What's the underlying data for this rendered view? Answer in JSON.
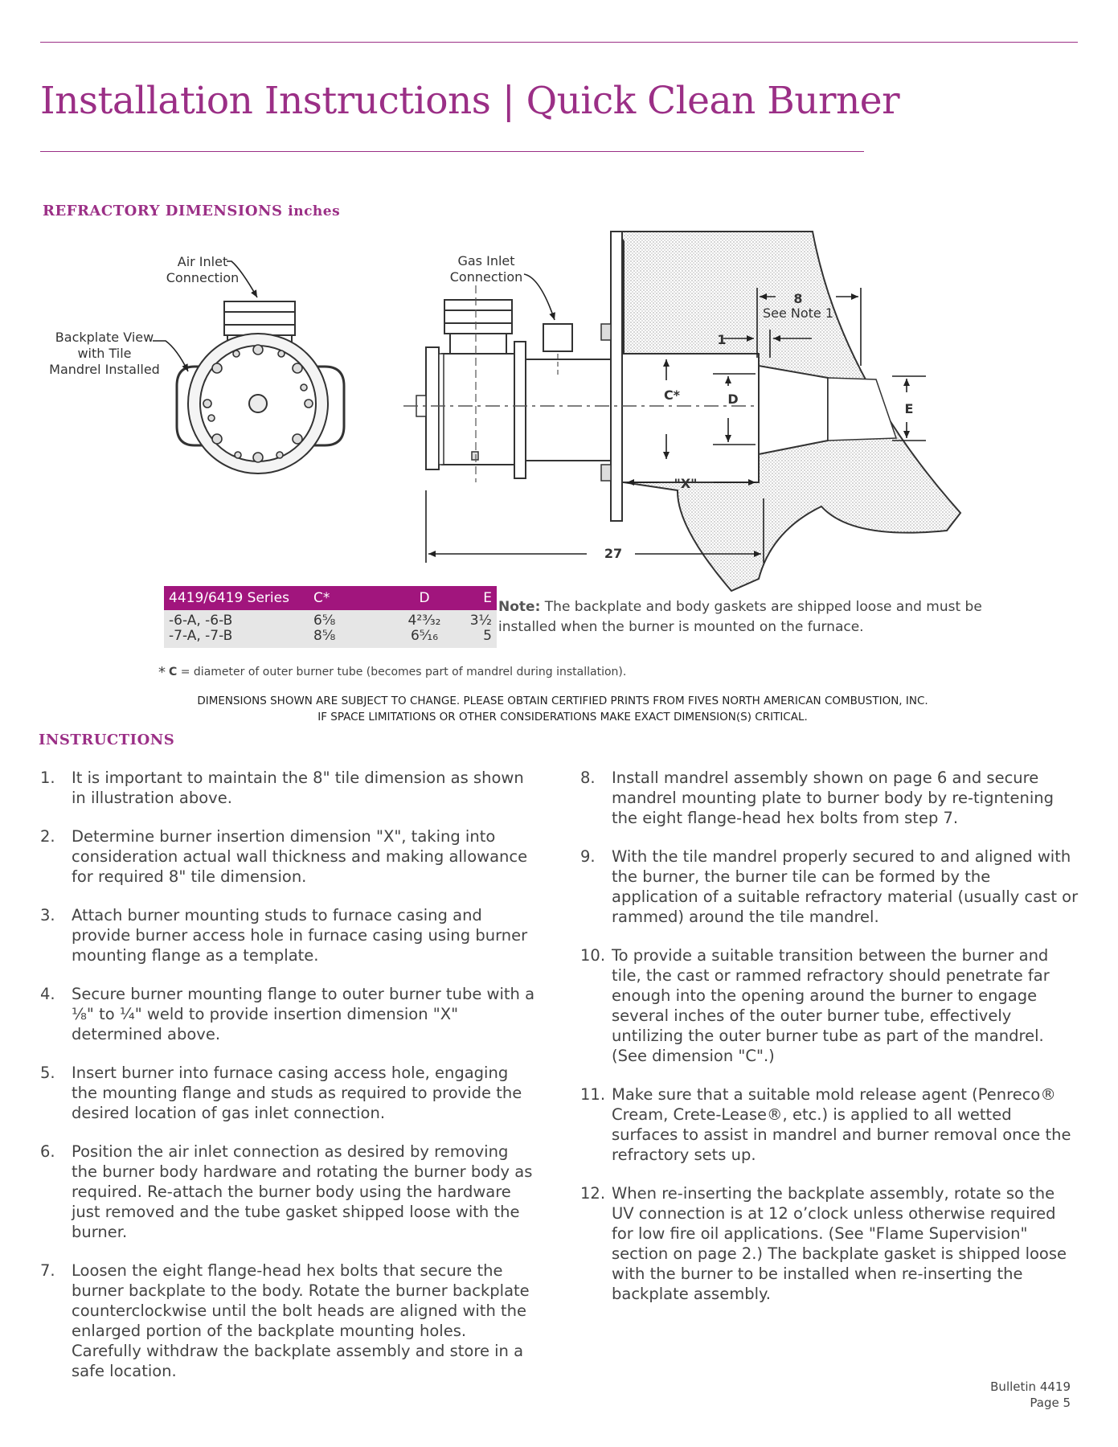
{
  "header": {
    "title": "Installation Instructions  | Quick Clean Burner"
  },
  "refractory": {
    "heading": "REFRACTORY DIMENSIONS",
    "unit": "inches"
  },
  "diagram": {
    "air_inlet": [
      "Air Inlet",
      "Connection"
    ],
    "backplate": [
      "Backplate View",
      "with Tile",
      "Mandrel Installed"
    ],
    "gas_inlet": [
      "Gas Inlet",
      "Connection"
    ],
    "dim_8": "8",
    "see_note": "See Note 1",
    "dim_1": "1",
    "c_star": "C*",
    "d": "D",
    "e": "E",
    "x": "\"X\"",
    "dim_27": "27"
  },
  "table": {
    "headers": [
      "4419/6419 Series",
      "C*",
      "D",
      "E"
    ],
    "rows": [
      [
        "-6-A, -6-B",
        "6⅝",
        "4²³⁄₃₂",
        "3½"
      ],
      [
        "-7-A, -7-B",
        "8⅝",
        "6⁵⁄₁₆",
        "5"
      ]
    ]
  },
  "note": {
    "label": "Note:",
    "text": " The backplate and body gaskets are shipped loose and must be installed when the burner is mounted on the furnace."
  },
  "footnote": {
    "asterisk": "*",
    "key": "C",
    "text": " = diameter of outer burner tube (becomes part of mandrel during installation)."
  },
  "disclaimer": [
    "Dimensions shown are subject to change. Please obtain certified prints from Fives North American Combustion, Inc.",
    "if space limitations or other considerations make exact dimension(s) critical."
  ],
  "instructions": {
    "heading": "INSTRUCTIONS",
    "left": [
      {
        "num": "1.",
        "text": "It is important to maintain the 8\" tile dimension as shown in illustration above."
      },
      {
        "num": "2.",
        "text": "Determine burner insertion dimension \"X\", taking into consideration actual wall thickness and making allowance for required 8\" tile dimension."
      },
      {
        "num": "3.",
        "text": "Attach burner mounting studs to furnace casing and provide burner access hole in furnace casing using burner mounting flange as a template."
      },
      {
        "num": "4.",
        "text": "Secure burner mounting flange to outer burner tube with a ⅛\" to ¼\" weld to provide insertion dimension \"X\" determined above."
      },
      {
        "num": "5.",
        "text": "Insert burner into furnace casing access hole, engaging the mounting flange and studs as required to provide the desired location of gas inlet connection."
      },
      {
        "num": "6.",
        "text": "Position the air inlet connection as desired by removing the burner body hardware and rotating the burner body as required. Re-attach the burner body using the hardware just removed and the tube gasket shipped loose with the burner."
      },
      {
        "num": "7.",
        "text": "Loosen the eight flange-head hex bolts that secure the burner backplate to the body. Rotate the burner backplate counterclockwise until the bolt heads are aligned with the enlarged portion of the backplate mounting holes. Carefully withdraw the backplate assembly and store in a safe location."
      }
    ],
    "right": [
      {
        "num": "8.",
        "text": "Install mandrel assembly shown on page 6 and secure mandrel mounting plate to burner body by re-tigntening the eight flange-head hex bolts from step 7."
      },
      {
        "num": "9.",
        "text": "With the tile mandrel properly secured to and aligned with the burner, the burner tile can be formed by the application of a suitable refractory material (usually cast or rammed) around the tile mandrel."
      },
      {
        "num": "10.",
        "text": "To provide a suitable transition between the burner and tile, the cast or rammed refractory should penetrate far enough into the opening around the burner to engage several inches of the outer burner tube, effectively untilizing the outer burner tube as part of the mandrel. (See dimension \"C\".)"
      },
      {
        "num": "11.",
        "text": "Make sure that a suitable mold release agent (Penreco® Cream, Crete-Lease®, etc.) is applied to all wetted surfaces to assist in mandrel and burner removal once the refractory sets up."
      },
      {
        "num": "12.",
        "text": "When re-inserting the backplate assembly, rotate so the UV connection is at 12 o’clock unless otherwise required for low fire oil applications. (See \"Flame Supervision\" section on page 2.) The backplate gasket is shipped loose with the burner to be installed when re-inserting the backplate assembly."
      }
    ]
  },
  "footer": {
    "bulletin": "Bulletin 4419",
    "page": "Page 5"
  },
  "colors": {
    "brand": "#9b2f86",
    "table_header": "#a1157d",
    "table_body": "#e6e6e6"
  }
}
